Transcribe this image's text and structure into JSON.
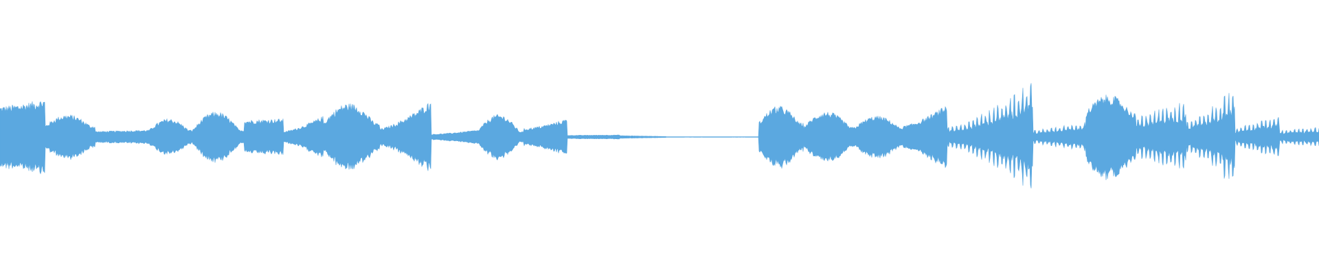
{
  "waveform": {
    "color": "#5ba8e0",
    "background": "#ffffff",
    "duration_fraction_segments": [
      {
        "start": 0.0,
        "end": 0.034,
        "amp_start": 0.22,
        "amp_end": 0.27,
        "shape": "rise"
      },
      {
        "start": 0.034,
        "end": 0.072,
        "amp_start": 0.08,
        "amp_end": 0.16,
        "shape": "swell"
      },
      {
        "start": 0.072,
        "end": 0.113,
        "amp_start": 0.04,
        "amp_end": 0.05,
        "shape": "flat"
      },
      {
        "start": 0.113,
        "end": 0.146,
        "amp_start": 0.05,
        "amp_end": 0.13,
        "shape": "swell"
      },
      {
        "start": 0.146,
        "end": 0.185,
        "amp_start": 0.05,
        "amp_end": 0.18,
        "shape": "swell"
      },
      {
        "start": 0.185,
        "end": 0.215,
        "amp_start": 0.12,
        "amp_end": 0.13,
        "shape": "flat"
      },
      {
        "start": 0.215,
        "end": 0.245,
        "amp_start": 0.04,
        "amp_end": 0.15,
        "shape": "rise"
      },
      {
        "start": 0.245,
        "end": 0.288,
        "amp_start": 0.1,
        "amp_end": 0.24,
        "shape": "swell"
      },
      {
        "start": 0.288,
        "end": 0.327,
        "amp_start": 0.06,
        "amp_end": 0.26,
        "shape": "rise"
      },
      {
        "start": 0.327,
        "end": 0.362,
        "amp_start": 0.02,
        "amp_end": 0.05,
        "shape": "rise"
      },
      {
        "start": 0.362,
        "end": 0.397,
        "amp_start": 0.04,
        "amp_end": 0.16,
        "shape": "swell"
      },
      {
        "start": 0.397,
        "end": 0.43,
        "amp_start": 0.06,
        "amp_end": 0.13,
        "shape": "rise"
      },
      {
        "start": 0.43,
        "end": 0.47,
        "amp_start": 0.012,
        "amp_end": 0.015,
        "shape": "flat"
      },
      {
        "start": 0.47,
        "end": 0.505,
        "amp_start": 0.01,
        "amp_end": 0.004,
        "shape": "flat"
      },
      {
        "start": 0.505,
        "end": 0.563,
        "amp_start": 0.002,
        "amp_end": 0.002,
        "shape": "flat"
      },
      {
        "start": 0.563,
        "end": 0.575,
        "amp_start": 0.0,
        "amp_end": 0.0,
        "shape": "flat"
      },
      {
        "start": 0.575,
        "end": 0.609,
        "amp_start": 0.1,
        "amp_end": 0.22,
        "shape": "swell"
      },
      {
        "start": 0.609,
        "end": 0.648,
        "amp_start": 0.07,
        "amp_end": 0.18,
        "shape": "swell"
      },
      {
        "start": 0.648,
        "end": 0.685,
        "amp_start": 0.07,
        "amp_end": 0.15,
        "shape": "swell"
      },
      {
        "start": 0.685,
        "end": 0.718,
        "amp_start": 0.08,
        "amp_end": 0.23,
        "shape": "rise"
      },
      {
        "start": 0.718,
        "end": 0.783,
        "amp_start": 0.06,
        "amp_end": 0.34,
        "shape": "spiky_rise"
      },
      {
        "start": 0.783,
        "end": 0.823,
        "amp_start": 0.04,
        "amp_end": 0.09,
        "shape": "spiky"
      },
      {
        "start": 0.823,
        "end": 0.861,
        "amp_start": 0.18,
        "amp_end": 0.3,
        "shape": "swell"
      },
      {
        "start": 0.861,
        "end": 0.899,
        "amp_start": 0.12,
        "amp_end": 0.22,
        "shape": "spiky"
      },
      {
        "start": 0.899,
        "end": 0.936,
        "amp_start": 0.1,
        "amp_end": 0.3,
        "shape": "spiky_rise"
      },
      {
        "start": 0.936,
        "end": 0.97,
        "amp_start": 0.05,
        "amp_end": 0.14,
        "shape": "spiky"
      },
      {
        "start": 0.97,
        "end": 1.0,
        "amp_start": 0.04,
        "amp_end": 0.06,
        "shape": "spiky"
      }
    ]
  }
}
